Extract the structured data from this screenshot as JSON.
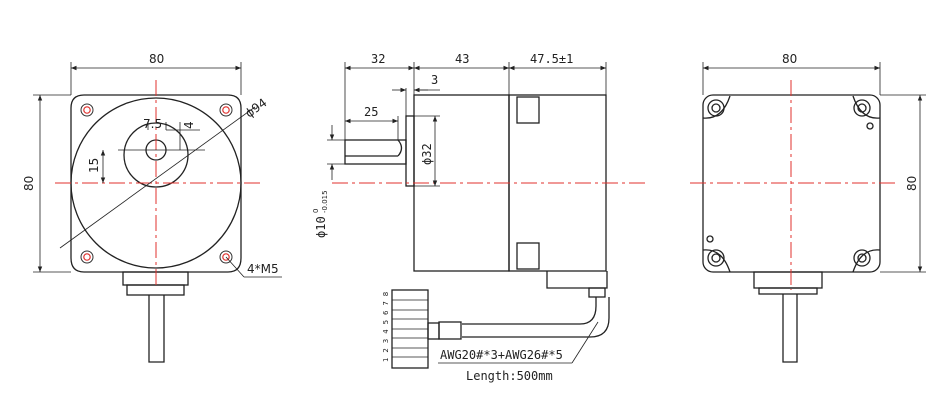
{
  "front_view": {
    "width_dim": "80",
    "height_dim": "80",
    "pcd_dim": "ϕ94",
    "hole_label": "4*M5",
    "boss_offset_dim": "7.5",
    "key_dim": "4",
    "shaft_offset_dim": "15"
  },
  "side_view": {
    "shaft_length_dim": "32",
    "body_front_dim": "43",
    "body_rear_dim": "47.5±1",
    "flange_step_dim": "3",
    "flat_length_dim": "25",
    "boss_diameter_dim": "ϕ32",
    "shaft_diameter_main": "ϕ10",
    "shaft_tol_upper": "0",
    "shaft_tol_lower": "-0.015",
    "connector_pins": [
      "1",
      "2",
      "3",
      "4",
      "5",
      "6",
      "7",
      "8"
    ],
    "cable_spec": "AWG20#*3+AWG26#*5",
    "cable_length": "Length:500mm"
  },
  "rear_view": {
    "width_dim": "80",
    "height_dim": "80"
  },
  "colors": {
    "line": "#222222",
    "centerline": "#e0322e"
  }
}
